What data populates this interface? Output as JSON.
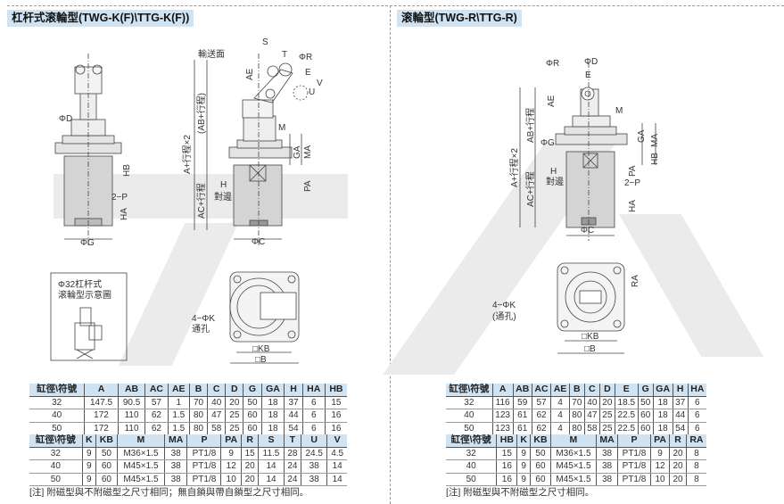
{
  "left": {
    "title": "杠杆式滚輪型(TWG-K(F)\\TTG-K(F))",
    "labels": {
      "transport_surface": "輸送面",
      "S": "S",
      "T": "T",
      "R": "ΦR",
      "E": "E",
      "V": "V",
      "U": "U",
      "AE": "AE",
      "D": "ΦD",
      "A2": "A+行程×2",
      "AB": "(AB+行程)",
      "AC": "AC+行程",
      "M": "M",
      "GA": "GA",
      "MA": "MA",
      "PA": "PA",
      "H": "H",
      "flats": "對邊",
      "C": "ΦC",
      "G": "ΦG",
      "HB": "HB",
      "P": "2−P",
      "HA": "HA",
      "K": "4−ΦK",
      "through": "通孔",
      "KB": "□KB",
      "B": "□B"
    },
    "inset": {
      "line1": "Φ32杠杆式",
      "line2": "滚輪型示意圖"
    },
    "table1": {
      "header": [
        "缸徑\\符號",
        "A",
        "AB",
        "AC",
        "AE",
        "B",
        "C",
        "D",
        "G",
        "GA",
        "H",
        "HA",
        "HB"
      ],
      "rows": [
        [
          "32",
          "147.5",
          "90.5",
          "57",
          "1",
          "70",
          "40",
          "20",
          "50",
          "18",
          "37",
          "6",
          "15"
        ],
        [
          "40",
          "172",
          "110",
          "62",
          "1.5",
          "80",
          "47",
          "25",
          "60",
          "18",
          "44",
          "6",
          "16"
        ],
        [
          "50",
          "172",
          "110",
          "62",
          "1.5",
          "80",
          "58",
          "25",
          "60",
          "18",
          "54",
          "6",
          "16"
        ]
      ]
    },
    "table2": {
      "header": [
        "缸徑\\符號",
        "K",
        "KB",
        "M",
        "MA",
        "P",
        "PA",
        "R",
        "S",
        "T",
        "U",
        "V"
      ],
      "rows": [
        [
          "32",
          "9",
          "50",
          "M36×1.5",
          "38",
          "PT1/8",
          "9",
          "15",
          "11.5",
          "28",
          "24.5",
          "4.5"
        ],
        [
          "40",
          "9",
          "60",
          "M45×1.5",
          "38",
          "PT1/8",
          "12",
          "20",
          "14",
          "24",
          "38",
          "14"
        ],
        [
          "50",
          "9",
          "60",
          "M45×1.5",
          "38",
          "PT1/8",
          "10",
          "20",
          "14",
          "24",
          "38",
          "14"
        ]
      ]
    },
    "note": "[注] 附磁型與不附磁型之尺寸相同；無自鎖與帶自鎖型之尺寸相同。"
  },
  "right": {
    "title": "滚輪型(TWG-R\\TTG-R)",
    "labels": {
      "R": "ΦR",
      "D": "ΦD",
      "E": "E",
      "AE": "AE",
      "M": "M",
      "A2": "A+行程×2",
      "AB": "AB+行程",
      "AC": "AC+行程",
      "G": "ΦG",
      "GA": "GA",
      "MA": "MA",
      "HB": "HB",
      "H": "H",
      "flats": "對邊",
      "PA": "PA",
      "P": "2−P",
      "HA": "HA",
      "C": "ΦC",
      "RA": "RA",
      "K": "4−ΦK",
      "through": "(通孔)",
      "KB": "□KB",
      "B": "□B"
    },
    "table1": {
      "header": [
        "缸徑\\符號",
        "A",
        "AB",
        "AC",
        "AE",
        "B",
        "C",
        "D",
        "E",
        "G",
        "GA",
        "H",
        "HA"
      ],
      "rows": [
        [
          "32",
          "116",
          "59",
          "57",
          "4",
          "70",
          "40",
          "20",
          "18.5",
          "50",
          "18",
          "37",
          "6"
        ],
        [
          "40",
          "123",
          "61",
          "62",
          "4",
          "80",
          "47",
          "25",
          "22.5",
          "60",
          "18",
          "44",
          "6"
        ],
        [
          "50",
          "123",
          "61",
          "62",
          "4",
          "80",
          "58",
          "25",
          "22.5",
          "60",
          "18",
          "54",
          "6"
        ]
      ]
    },
    "table2": {
      "header": [
        "缸徑\\符號",
        "HB",
        "K",
        "KB",
        "M",
        "MA",
        "P",
        "PA",
        "R",
        "RA"
      ],
      "rows": [
        [
          "32",
          "15",
          "9",
          "50",
          "M36×1.5",
          "38",
          "PT1/8",
          "9",
          "20",
          "8"
        ],
        [
          "40",
          "16",
          "9",
          "60",
          "M45×1.5",
          "38",
          "PT1/8",
          "12",
          "20",
          "8"
        ],
        [
          "50",
          "16",
          "9",
          "60",
          "M45×1.5",
          "38",
          "PT1/8",
          "10",
          "20",
          "8"
        ]
      ]
    },
    "note": "[注] 附磁型與不附磁型之尺寸相同。"
  },
  "colors": {
    "header_bg": "#cfe3f3",
    "body_gray": "#d4d4d4",
    "watermark": "#ebebeb"
  }
}
